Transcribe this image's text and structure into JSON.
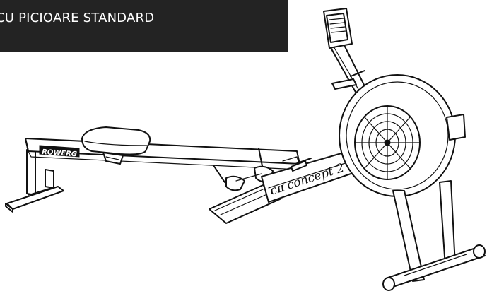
{
  "caption": {
    "text": "CU PICIOARE STANDARD",
    "background": "#232323",
    "color": "#ffffff"
  },
  "machine": {
    "rail_brand": "ROWERG",
    "brand": "concept 2",
    "logo_mark": "CII"
  }
}
